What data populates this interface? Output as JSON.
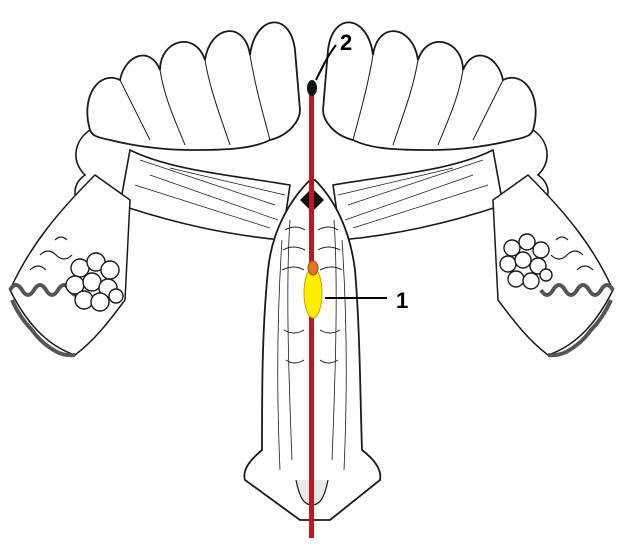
{
  "figure": {
    "labels": {
      "one": "1",
      "two": "2"
    }
  },
  "colors": {
    "background": "#ffffff",
    "line_art": "#1a1a1a",
    "rod": "#c0171e",
    "balloon": "#ffee00",
    "balloon_tip": "#e07a20",
    "tip_marker": "#111111",
    "fimbria_edge": "#555555"
  },
  "parts": {
    "rod": "red-instrument-shaft",
    "balloon": "yellow-balloon",
    "tip": "black-catheter-tip",
    "uterus": "uterine-body-opened",
    "tubes": "convoluted-fallopian-tubes",
    "ovaries": "ovaries"
  }
}
